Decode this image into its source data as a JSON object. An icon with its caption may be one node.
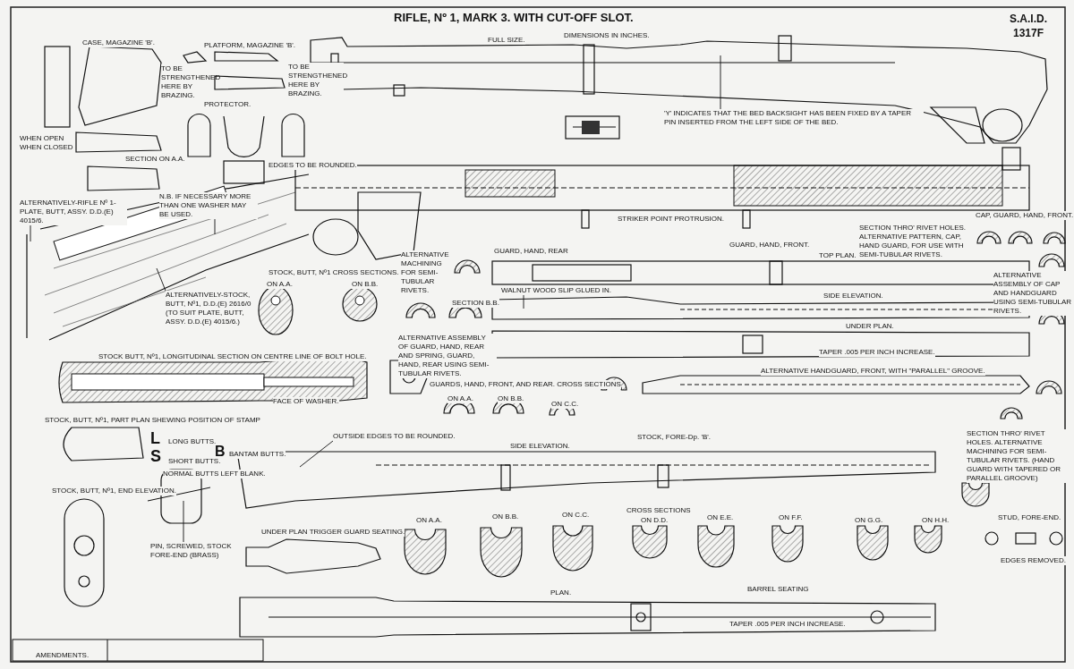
{
  "diagram": {
    "title": "RIFLE, Nº 1, MARK 3. WITH CUT-OFF SLOT.",
    "nodes": [
      {
        "text": [
          "'Y' INDICATES THAT THE BED BACKSIGHT HAS BEEN FIXED BY A TAPER PIN INSERTED FROM THE LEFT SIDE OF THE BED."
        ]
      },
      {
        "text": [
          "N.B. IF NECESSARY MORE THAN ONE WASHER MAY BE USED."
        ]
      },
      {
        "text": [
          "ALTERNATIVELY-RIFLE Nº 1-PLATE, BUTT, ASSY. D.D.(E) 4015/6."
        ]
      },
      {
        "text": [
          "ALTERNATIVELY-STOCK, BUTT, Nº1, D.D.(E) 2616/0 (TO SUIT PLATE, BUTT, ASSY. D.D.(E) 4015/6.)"
        ]
      },
      {
        "text": [
          "WALNUT WOOD SLIP GLUED IN."
        ]
      },
      {
        "text": [
          "OUTSIDE EDGES TO BE ROUNDED."
        ]
      },
      {
        "text": [
          "PIN, SCREWED, STOCK FORE-END (BRASS)"
        ]
      }
    ],
    "edges": [
      {
        "from": 0,
        "to": null,
        "arrow": "none"
      },
      {
        "from": 1,
        "to": null,
        "arrow": "none"
      },
      {
        "from": 2,
        "to": null,
        "arrow": "none"
      },
      {
        "from": 3,
        "to": null,
        "arrow": "none"
      },
      {
        "from": 4,
        "to": null,
        "arrow": "none"
      },
      {
        "from": 5,
        "to": null,
        "arrow": "none"
      },
      {
        "from": 6,
        "to": null,
        "arrow": "none"
      }
    ],
    "labels": [
      "FULL SIZE.",
      "DIMENSIONS IN INCHES.",
      "S.A.I.D.",
      "1317F",
      "CASE, MAGAZINE 'B'.",
      "PLATFORM, MAGAZINE 'B'.",
      "TO BE STRENGTHENED HERE BY BRAZING.",
      "TO BE STRENGTHENED HERE BY BRAZING.",
      "PROTECTOR.",
      "WHEN OPEN",
      "WHEN CLOSED",
      "SECTION ON A.A.",
      "EDGES TO BE ROUNDED.",
      "STRIKER POINT PROTRUSION.",
      "STOCK, BUTT, Nº1 CROSS SECTIONS.",
      "ON A.A.",
      "ON B.B.",
      "ALTERNATIVE MACHINING FOR SEMI-TUBULAR RIVETS.",
      "SECTION B.B.",
      "ALTERNATIVE ASSEMBLY OF GUARD, HAND, REAR AND SPRING, GUARD, HAND, REAR USING SEMI-TUBULAR RIVETS.",
      "GUARD, HAND, REAR",
      "GUARD, HAND, FRONT.",
      "TOP PLAN.",
      "SIDE ELEVATION.",
      "UNDER PLAN.",
      "TAPER .005 PER INCH INCREASE.",
      "ALTERNATIVE HANDGUARD, FRONT, WITH \"PARALLEL\" GROOVE.",
      "CAP, GUARD, HAND, FRONT.",
      "SECTION THRO' RIVET HOLES. ALTERNATIVE PATTERN, CAP, HAND GUARD, FOR USE WITH SEMI-TUBULAR RIVETS.",
      "ALTERNATIVE ASSEMBLY OF CAP AND HANDGUARD USING SEMI-TUBULAR RIVETS.",
      "SECTION THRO' RIVET HOLES. ALTERNATIVE MACHINING FOR SEMI-TUBULAR RIVETS. (HAND GUARD WITH TAPERED OR PARALLEL GROOVE)",
      "STOCK BUTT, Nº1, LONGITUDINAL SECTION ON CENTRE LINE OF BOLT HOLE.",
      "FACE OF WASHER.",
      "GUARDS, HAND, FRONT, AND REAR. CROSS SECTIONS",
      "ON A.A.",
      "ON B.B.",
      "ON C.C.",
      "STOCK, BUTT, Nº1, PART PLAN SHEWING POSITION OF STAMP",
      "L",
      "LONG BUTTS.",
      "B",
      "BANTAM BUTTS.",
      "S",
      "SHORT BUTTS.",
      "NORMAL BUTTS LEFT BLANK.",
      "STOCK, BUTT, Nº1, END ELEVATION.",
      "STOCK, FORE-Dp. 'B'.",
      "SIDE ELEVATION.",
      "UNDER PLAN TRIGGER GUARD SEATING.",
      "CROSS SECTIONS",
      "ON A.A.",
      "ON B.B.",
      "ON C.C.",
      "ON D.D.",
      "ON E.E.",
      "ON F.F.",
      "ON G.G.",
      "ON H.H.",
      "PLAN.",
      "BARREL SEATING",
      "TAPER .005 PER INCH INCREASE.",
      "STUD, FORE-END.",
      "EDGES REMOVED.",
      "AMENDMENTS."
    ]
  }
}
